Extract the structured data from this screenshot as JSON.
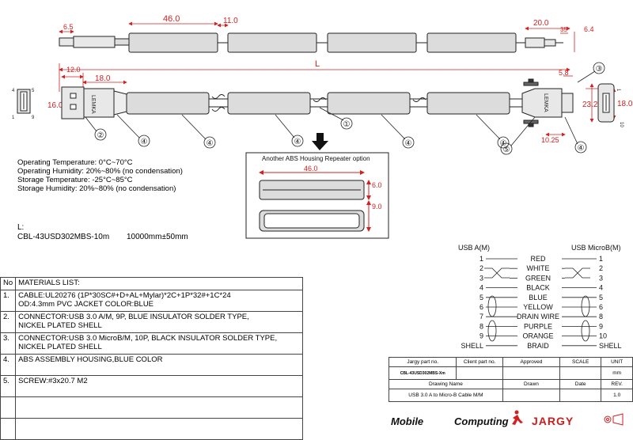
{
  "dimensions": {
    "d_6_5": "6.5",
    "d_46_top": "46.0",
    "d_11": "11.0",
    "d_20": "20.0",
    "d_35": "35",
    "d_6_4": "6.4",
    "d_12": "12.0",
    "d_L": "L",
    "d_18_left": "18.0",
    "d_16": "16.0",
    "d_5_8": "5.8",
    "d_23_2": "23.2",
    "d_18_right": "18.0",
    "d_10_25": "10.25",
    "d_46_box": "46.0",
    "d_6_box": "6.0",
    "d_9_box": "9.0"
  },
  "callouts": [
    "①",
    "②",
    "③",
    "④",
    "⑤"
  ],
  "pin_numbers_left": [
    "4",
    "5",
    "1",
    "9"
  ],
  "pin_numbers_right": [
    "1",
    "10"
  ],
  "connector_label": "LEMKA",
  "repeater_title": "Another ABS Housing Repeater option",
  "specs": [
    "Operating Temperature: 0°C~70°C",
    "Operating Humidity: 20%~80% (no condensation)",
    "Storage Temperature: -25°C~85°C",
    "Storage  Humidity: 20%~80% (no condensation)"
  ],
  "part": {
    "label": "L:",
    "number": "CBL-43USD302MBS-10m",
    "length": "10000mm±50mm"
  },
  "wiring": {
    "left_header": "USB A(M)",
    "right_header": "USB MicroB(M)",
    "rows": [
      {
        "l": "1",
        "c": "RED",
        "r": "1"
      },
      {
        "l": "2",
        "c": "WHITE",
        "r": "2"
      },
      {
        "l": "3",
        "c": "GREEN",
        "r": "3"
      },
      {
        "l": "4",
        "c": "BLACK",
        "r": "4"
      },
      {
        "l": "5",
        "c": "BLUE",
        "r": "5"
      },
      {
        "l": "6",
        "c": "YELLOW",
        "r": "6"
      },
      {
        "l": "7",
        "c": "DRAIN WIRE",
        "r": "8"
      },
      {
        "l": "8",
        "c": "PURPLE",
        "r": "9"
      },
      {
        "l": "9",
        "c": "ORANGE",
        "r": "10"
      },
      {
        "l": "SHELL",
        "c": "BRAID",
        "r": "SHELL"
      }
    ]
  },
  "materials": {
    "header_no": "No",
    "header_list": "MATERIALS LIST:",
    "rows": [
      {
        "no": "1.",
        "lines": [
          "CABLE:UL20276 (1P*30SC#+D+AL+Mylar)*2C+1P*32#+1C*24",
          "OD:4.3mm   PVC JACKET COLOR:BLUE"
        ]
      },
      {
        "no": "2.",
        "lines": [
          "CONNECTOR:USB 3.0 A/M, 9P, BLUE INSULATOR SOLDER TYPE,",
          "NICKEL PLATED SHELL"
        ]
      },
      {
        "no": "3.",
        "lines": [
          "CONNECTOR:USB 3.0 MicroB/M, 10P, BLACK INSULATOR SOLDER TYPE,",
          "NICKEL PLATED SHELL"
        ]
      },
      {
        "no": "4.",
        "lines": [
          "ABS ASSEMBLY HOUSING,BLUE COLOR",
          ""
        ]
      },
      {
        "no": "5.",
        "lines": [
          "SCREW:#3x20.7 M2",
          ""
        ]
      },
      {
        "no": "",
        "lines": [
          "",
          ""
        ]
      },
      {
        "no": "",
        "lines": [
          "",
          ""
        ]
      }
    ]
  },
  "title_block": {
    "jargy_part_label": "Jargy part no.",
    "client_part_label": "Client part no.",
    "approved_label": "Approved",
    "scale_label": "SCALE",
    "unit_label": "UNIT",
    "jargy_part_value": "CBL-43USD302MBS-Xm",
    "unit_value": "mm",
    "drawing_name_label": "Drawing Name",
    "drawn_label": "Drawn",
    "date_label": "Date",
    "rev_label": "REV.",
    "drawing_name_value": "USB 3.0 A to Micro-B Cable M/M",
    "rev_value": "1.0"
  },
  "logos": {
    "mobile": "Mobile",
    "computing": "Computing",
    "jargy": "JARGY"
  },
  "colors": {
    "dim_red": "#d21f1f",
    "line": "#222222",
    "part_fill": "#dcdcdc"
  }
}
